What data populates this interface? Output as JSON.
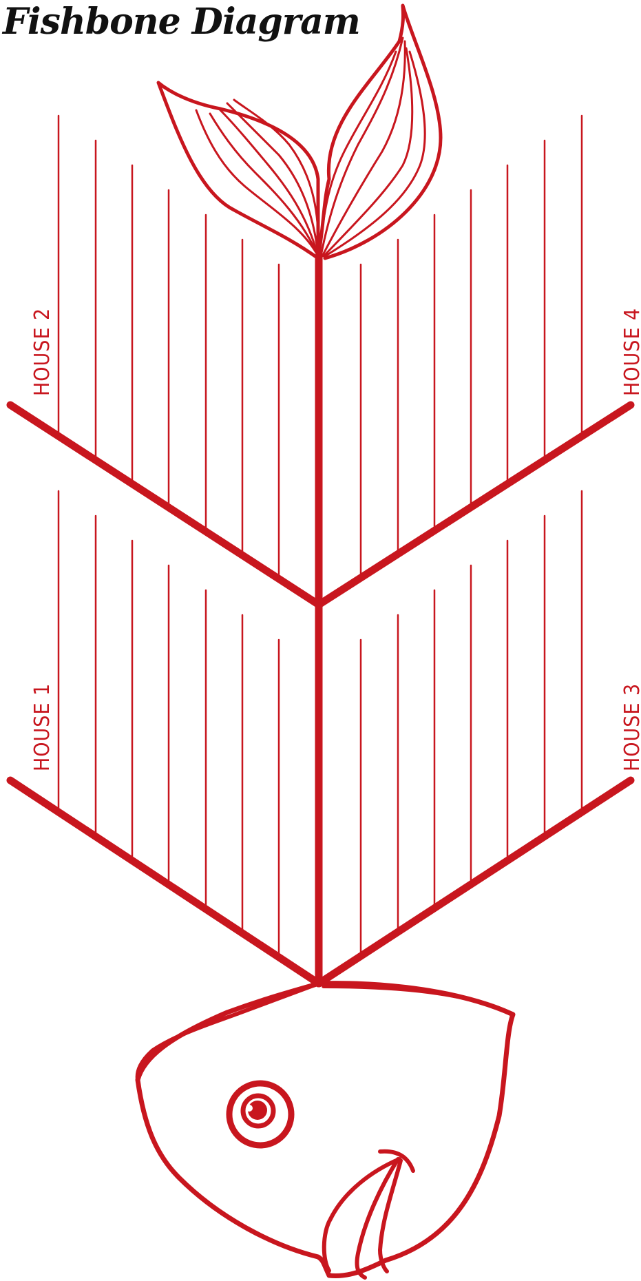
{
  "title": "Fishbone Diagram",
  "colors": {
    "bone": "#c8161e",
    "title": "#111111",
    "background": "#ffffff"
  },
  "categories": [
    {
      "id": "house1",
      "label": "HOUSE 1"
    },
    {
      "id": "house2",
      "label": "HOUSE 2"
    },
    {
      "id": "house3",
      "label": "HOUSE 3"
    },
    {
      "id": "house4",
      "label": "HOUSE 4"
    }
  ],
  "sub_branches_per_category": 7
}
